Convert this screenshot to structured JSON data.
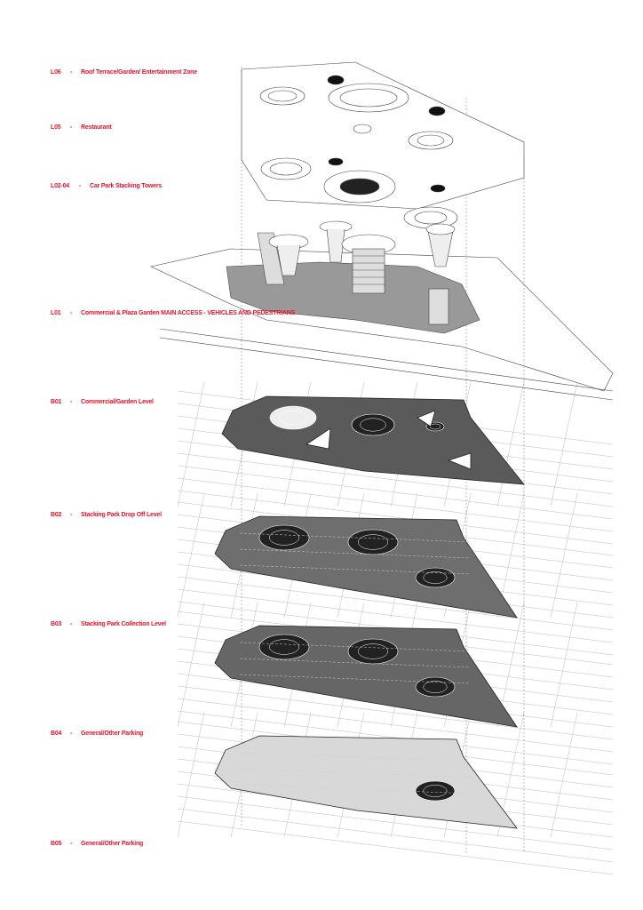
{
  "levels": [
    {
      "code": "L06",
      "dash": "-",
      "name": "Roof Terrace/Garden/ Entertainment Zone"
    },
    {
      "code": "L05",
      "dash": "-",
      "name": "Restaurant"
    },
    {
      "code": "L02-04",
      "dash": "-",
      "name": "Car Park Stacking Towers"
    },
    {
      "code": "L01",
      "dash": "-",
      "name": "Commercial & Plaza Garden",
      "sub": "MAIN ACCESS - VEHICLES AND PEDESTRIANS"
    },
    {
      "code": "B01",
      "dash": "-",
      "name": "Commercial/Garden Level"
    },
    {
      "code": "B02",
      "dash": "-",
      "name": "Stacking Park Drop Off Level"
    },
    {
      "code": "B03",
      "dash": "-",
      "name": "Stacking Park Collection Level"
    },
    {
      "code": "B04",
      "dash": "-",
      "name": "General/Other Parking"
    },
    {
      "code": "B05",
      "dash": "-",
      "name": "General/Other Parking"
    }
  ],
  "colors": {
    "label": "#e3142d",
    "line": "#333333",
    "slab": "#6a6a6a"
  }
}
